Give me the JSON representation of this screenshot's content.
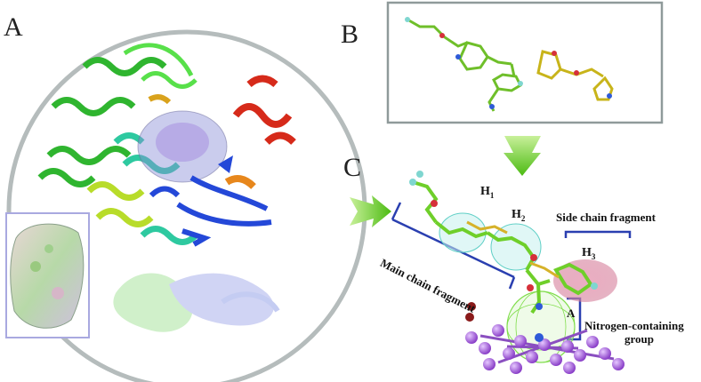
{
  "panels": {
    "a": {
      "letter": "A"
    },
    "b": {
      "letter": "B"
    },
    "c": {
      "letter": "C"
    }
  },
  "labels": {
    "h1": "H",
    "h1_sub": "1",
    "h2": "H",
    "h2_sub": "2",
    "h3": "H",
    "h3_sub": "3",
    "side_chain": "Side chain fragment",
    "main_chain": "Main chain fragment",
    "nitrogen_line1": "Nitrogen-containing",
    "nitrogen_line2": "group",
    "a_marker": "A"
  },
  "colors": {
    "circle_border": "#b5bcbc",
    "box_border": "#8f9a9a",
    "inset_border": "#a9a9e0",
    "arrow_green": "#6fcf2a",
    "bracket_blue": "#2a3fb0",
    "heme_purple": "#a35cd6",
    "helix_green": "#3ad13a",
    "helix_red": "#d62a1a",
    "sheet_blue": "#2448d8",
    "orange": "#e7871c",
    "yellow": "#c8d81a"
  }
}
